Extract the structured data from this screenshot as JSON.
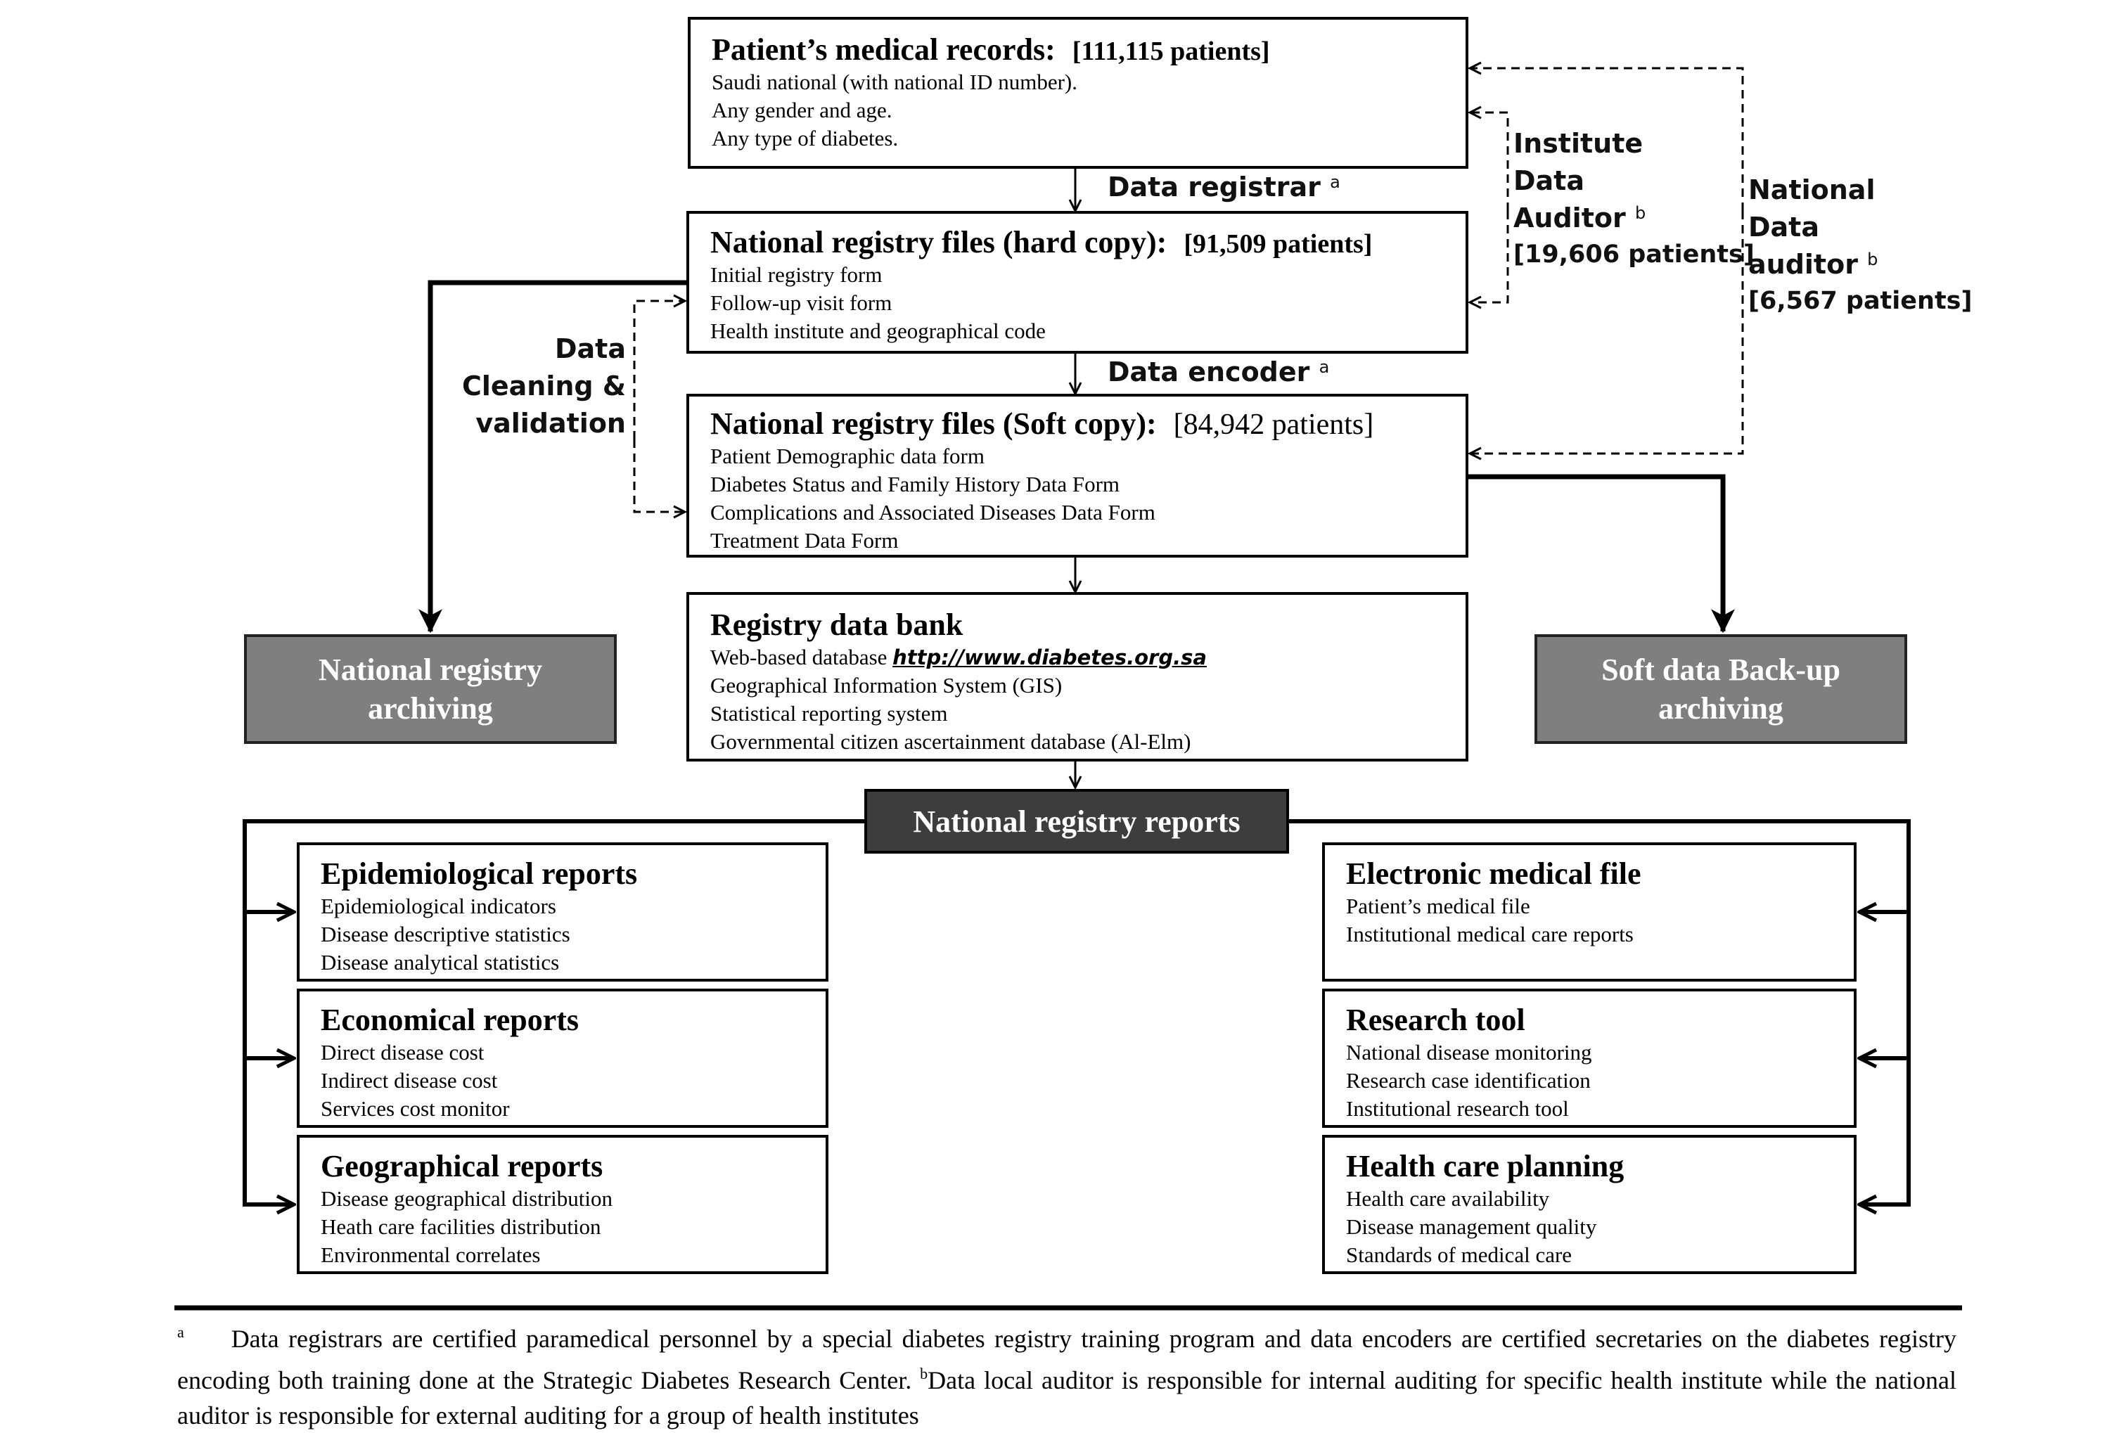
{
  "boxes": {
    "medical_records": {
      "title": "Patient’s medical records:",
      "count": "[111,115 patients]",
      "lines": [
        "Saudi national (with national ID number).",
        "Any gender and age.",
        "Any type of diabetes."
      ]
    },
    "hard_copy": {
      "title": "National registry files (hard copy):",
      "count": "[91,509 patients]",
      "lines": [
        "Initial registry form",
        "Follow-up visit form",
        "Health institute and geographical code"
      ]
    },
    "soft_copy": {
      "title": "National registry files (Soft copy):",
      "count": "[84,942 patients]",
      "lines": [
        "Patient Demographic data form",
        "Diabetes Status and Family History Data Form",
        "Complications and Associated Diseases Data Form",
        "Treatment Data Form"
      ]
    },
    "data_bank": {
      "title": "Registry data bank",
      "line1_prefix": "Web-based database ",
      "url": "http://www.diabetes.org.sa",
      "lines": [
        "Geographical Information System (GIS)",
        "Statistical reporting system",
        "Governmental citizen ascertainment database (Al-Elm)"
      ]
    },
    "epidemiological": {
      "title": "Epidemiological reports",
      "lines": [
        "Epidemiological indicators",
        "Disease descriptive statistics",
        "Disease analytical statistics"
      ]
    },
    "economical": {
      "title": "Economical reports",
      "lines": [
        "Direct disease cost",
        "Indirect disease cost",
        "Services cost monitor"
      ]
    },
    "geographical": {
      "title": "Geographical reports",
      "lines": [
        "Disease geographical distribution",
        "Heath care facilities distribution",
        "Environmental correlates"
      ]
    },
    "electronic_file": {
      "title": "Electronic medical file",
      "lines": [
        "Patient’s medical file",
        "Institutional medical care reports"
      ]
    },
    "research_tool": {
      "title": "Research tool",
      "lines": [
        "National disease monitoring",
        "Research case identification",
        "Institutional research tool"
      ]
    },
    "health_planning": {
      "title": "Health care planning",
      "lines": [
        "Health care availability",
        "Disease management quality",
        "Standards of medical care"
      ]
    }
  },
  "gray_boxes": {
    "national_archiving": [
      "National registry",
      "archiving"
    ],
    "soft_backup": [
      "Soft data Back-up",
      "archiving"
    ],
    "reports": "National registry reports"
  },
  "labels": {
    "data_registrar": "Data registrar",
    "data_registrar_sup": "a",
    "data_encoder": "Data encoder",
    "data_encoder_sup": "a",
    "cleaning": [
      "Data",
      "Cleaning &",
      "validation"
    ],
    "institute_auditor": [
      "Institute",
      "Data",
      "Auditor"
    ],
    "institute_auditor_sup": "b",
    "institute_auditor_count": "[19,606 patients]",
    "national_auditor": [
      "National",
      "Data",
      "auditor"
    ],
    "national_auditor_sup": "b",
    "national_auditor_count": "[6,567 patients]"
  },
  "footnote": {
    "mark_a": "a",
    "text_a": "Data registrars are certified paramedical personnel by a special diabetes registry training program and data encoders are certified secretaries on the diabetes registry encoding both training done at the Strategic Diabetes Research Center.",
    "mark_b": "b",
    "text_b": "Data local auditor is responsible for internal auditing for specific health institute while the national auditor is responsible for external auditing for a group of health institutes"
  },
  "colors": {
    "gray_box": "#7f7f7f",
    "dark_box": "#3d3d3d",
    "line": "#000000"
  }
}
